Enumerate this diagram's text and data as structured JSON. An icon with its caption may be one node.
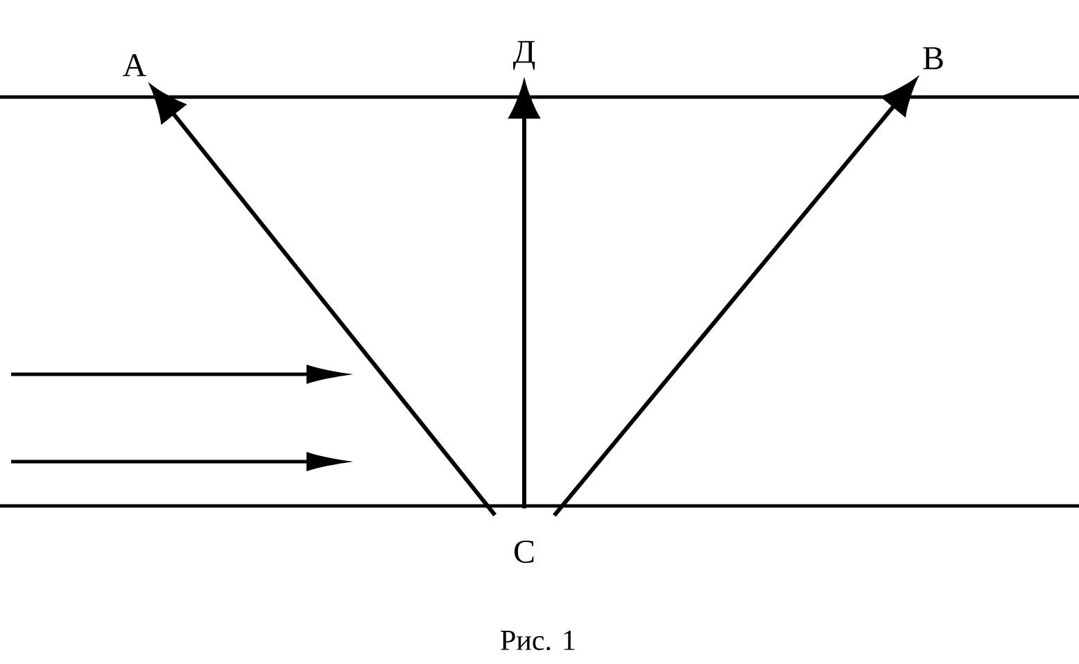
{
  "diagram": {
    "caption": "Рис. 1",
    "nodes": [
      {
        "text": [
          "А"
        ]
      },
      {
        "text": [
          "Д"
        ]
      },
      {
        "text": [
          "В"
        ]
      },
      {
        "text": [
          "С"
        ]
      }
    ],
    "edges": [
      {
        "from": 3,
        "to": 0,
        "arrow": "to"
      },
      {
        "from": 3,
        "to": 1,
        "arrow": "to"
      },
      {
        "from": 3,
        "to": 2,
        "arrow": "to"
      }
    ]
  }
}
